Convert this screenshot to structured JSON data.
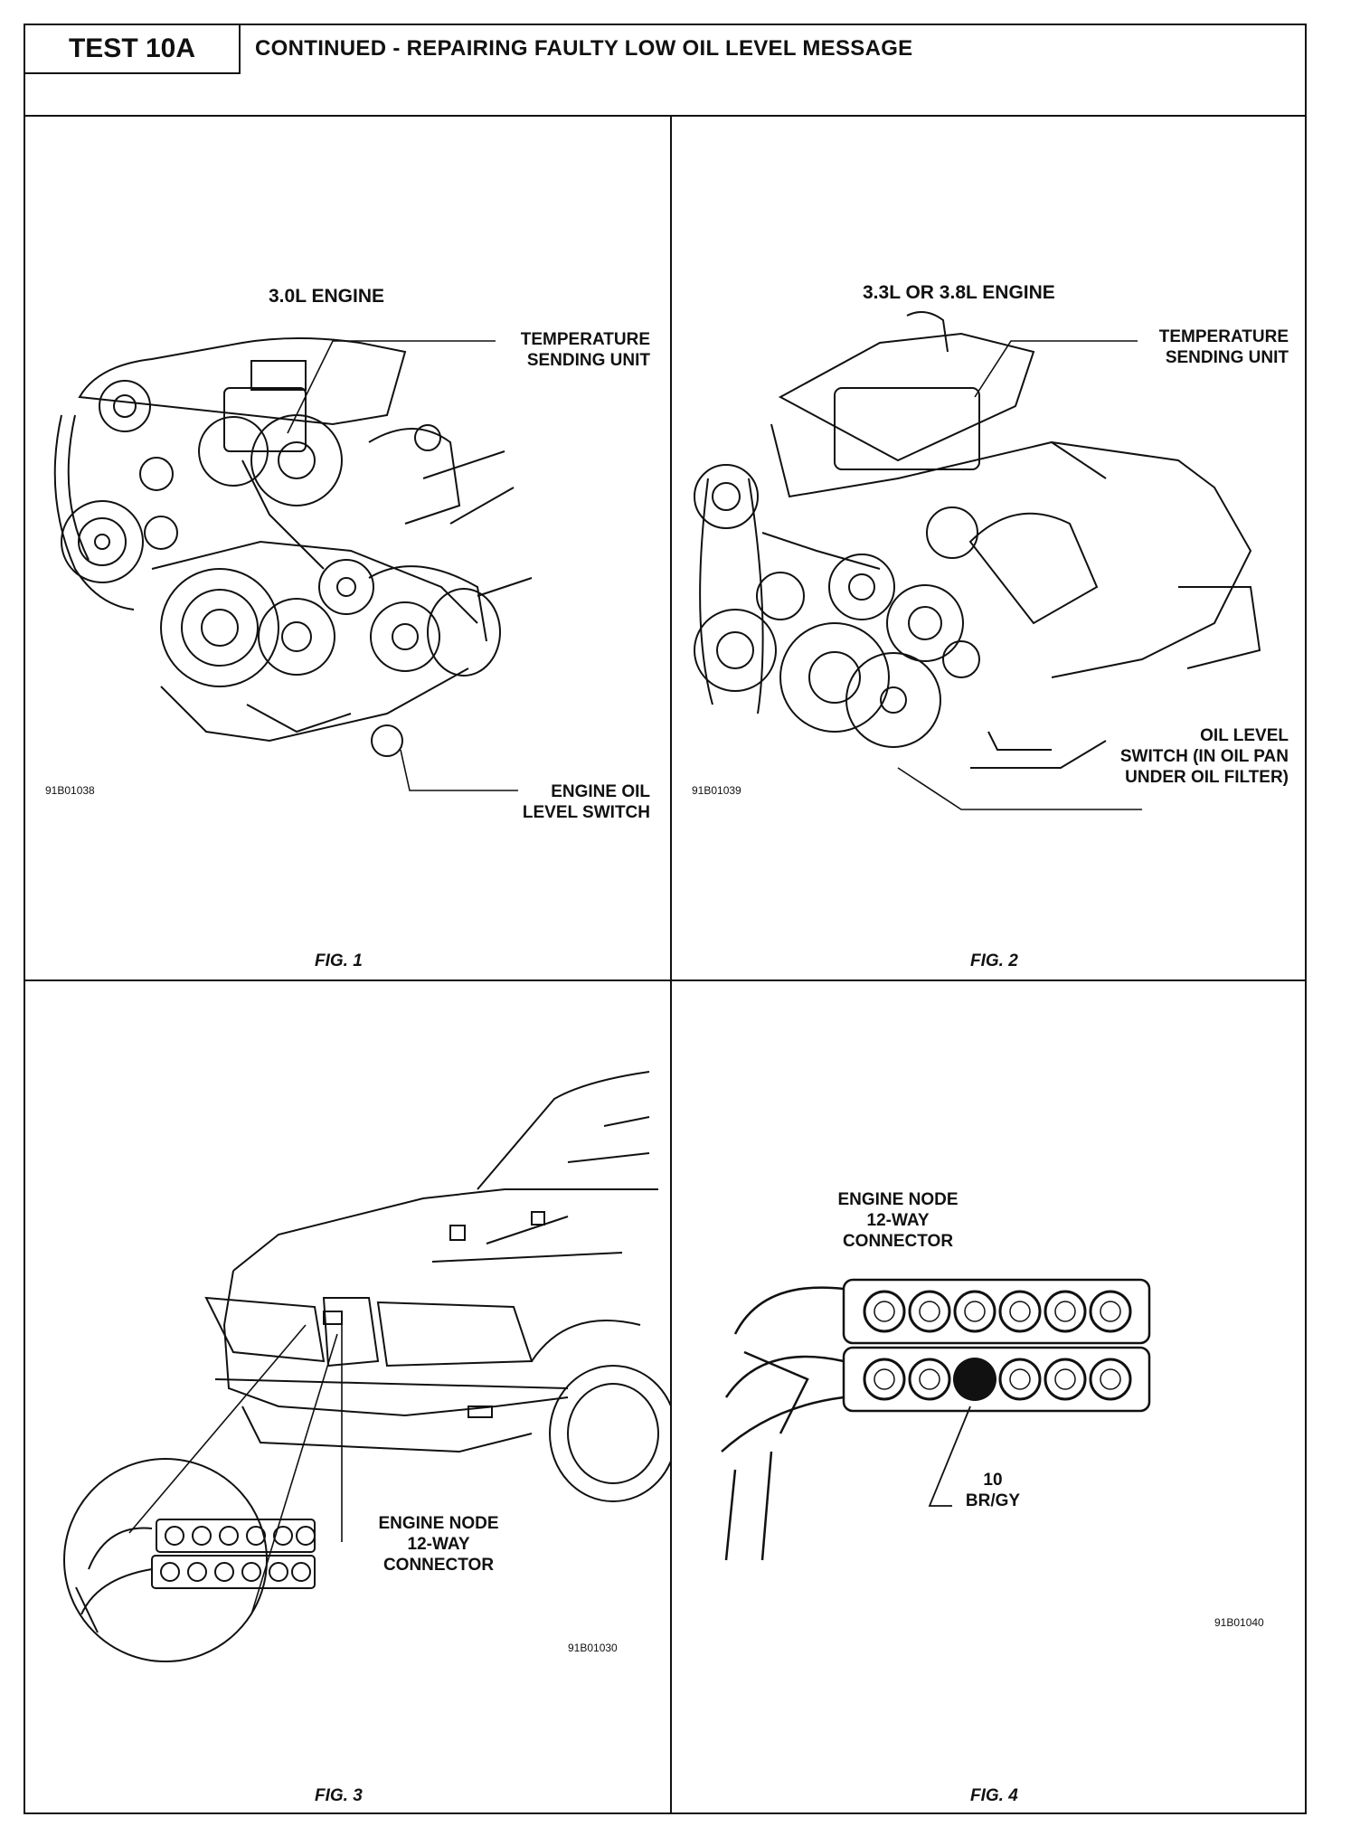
{
  "header": {
    "test_label": "TEST 10A",
    "title": "CONTINUED - REPAIRING FAULTY LOW OIL LEVEL MESSAGE"
  },
  "fig1": {
    "engine_title": "3.0L ENGINE",
    "callout_temp": "TEMPERATURE\nSENDING UNIT",
    "callout_switch": "ENGINE OIL\nLEVEL SWITCH",
    "code": "91B01038",
    "caption": "FIG. 1"
  },
  "fig2": {
    "engine_title": "3.3L OR 3.8L ENGINE",
    "callout_temp": "TEMPERATURE\nSENDING UNIT",
    "callout_switch": "OIL LEVEL\nSWITCH (IN OIL PAN\nUNDER OIL FILTER)",
    "code": "91B01039",
    "caption": "FIG. 2"
  },
  "fig3": {
    "callout_connector": "ENGINE NODE\n12-WAY\nCONNECTOR",
    "code": "91B01030",
    "caption": "FIG. 3"
  },
  "fig4": {
    "callout_connector": "ENGINE NODE\n12-WAY\nCONNECTOR",
    "pin_label": "10\nBR/GY",
    "code": "91B01040",
    "caption": "FIG. 4"
  }
}
